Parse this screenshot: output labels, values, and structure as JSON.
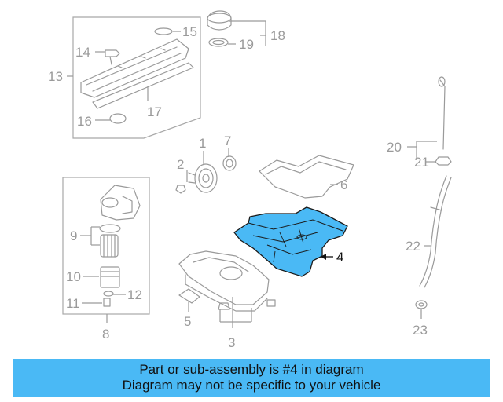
{
  "diagram": {
    "callouts": {
      "c1": "1",
      "c2": "2",
      "c3": "3",
      "c4": "4",
      "c5": "5",
      "c6": "6",
      "c7": "7",
      "c8": "8",
      "c9": "9",
      "c10": "10",
      "c11": "11",
      "c12": "12",
      "c13": "13",
      "c14": "14",
      "c15": "15",
      "c16": "16",
      "c17": "17",
      "c18": "18",
      "c19": "19",
      "c20": "20",
      "c21": "21",
      "c22": "22",
      "c23": "23"
    },
    "highlighted_part": "4",
    "colors": {
      "highlight_fill": "#4ab9f5",
      "line_gray": "#9a9a9a",
      "banner_bg": "#4ab9f5"
    }
  },
  "banner": {
    "line1": "Part or sub-assembly is #4 in diagram",
    "line2": "Diagram may not be specific to your vehicle"
  }
}
